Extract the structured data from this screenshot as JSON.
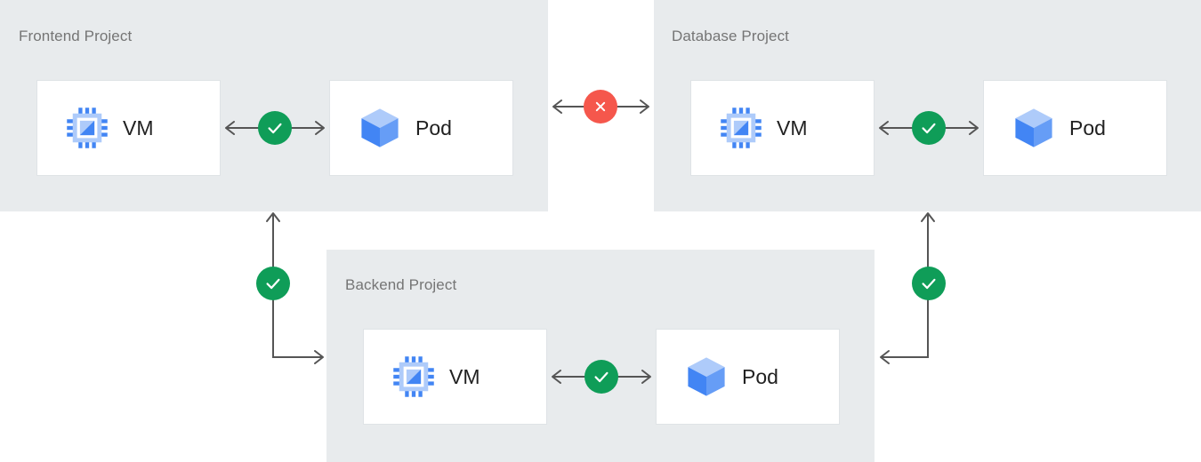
{
  "diagram": {
    "title_text_color": "#757575",
    "panel_bg": "#e8ebed",
    "card_bg": "#ffffff",
    "card_border": "#dfe3e6",
    "line_color": "#555555",
    "allowed_color": "#0f9d58",
    "blocked_color": "#f5574c",
    "icon_blue_dark": "#4285f4",
    "icon_blue_mid": "#669df6",
    "icon_blue_light": "#aecbfa",
    "icon_blue_pale": "#d2e3fc",
    "label_color": "#212121"
  },
  "panels": [
    {
      "id": "frontend",
      "title": "Frontend Project",
      "resources": [
        {
          "id": "frontend-vm",
          "label": "VM",
          "icon": "vm-chip-icon"
        },
        {
          "id": "frontend-pod",
          "label": "Pod",
          "icon": "pod-cube-icon"
        }
      ],
      "internal_link": {
        "id": "frontend-internal-link",
        "status": "allowed",
        "badge_icon": "check-icon",
        "direction": "bidirectional"
      }
    },
    {
      "id": "database",
      "title": "Database Project",
      "resources": [
        {
          "id": "database-vm",
          "label": "VM",
          "icon": "vm-chip-icon"
        },
        {
          "id": "database-pod",
          "label": "Pod",
          "icon": "pod-cube-icon"
        }
      ],
      "internal_link": {
        "id": "database-internal-link",
        "status": "allowed",
        "badge_icon": "check-icon",
        "direction": "bidirectional"
      }
    },
    {
      "id": "backend",
      "title": "Backend Project",
      "resources": [
        {
          "id": "backend-vm",
          "label": "VM",
          "icon": "vm-chip-icon"
        },
        {
          "id": "backend-pod",
          "label": "Pod",
          "icon": "pod-cube-icon"
        }
      ],
      "internal_link": {
        "id": "backend-internal-link",
        "status": "allowed",
        "badge_icon": "check-icon",
        "direction": "bidirectional"
      }
    }
  ],
  "cross_project_links": [
    {
      "id": "frontend-database-link",
      "from": "frontend",
      "to": "database",
      "status": "blocked",
      "badge_icon": "cross-icon",
      "direction": "bidirectional"
    },
    {
      "id": "frontend-backend-link",
      "from": "backend",
      "to": "frontend",
      "status": "allowed",
      "badge_icon": "check-icon",
      "direction": "bidirectional"
    },
    {
      "id": "database-backend-link",
      "from": "backend",
      "to": "database",
      "status": "allowed",
      "badge_icon": "check-icon",
      "direction": "bidirectional"
    }
  ]
}
